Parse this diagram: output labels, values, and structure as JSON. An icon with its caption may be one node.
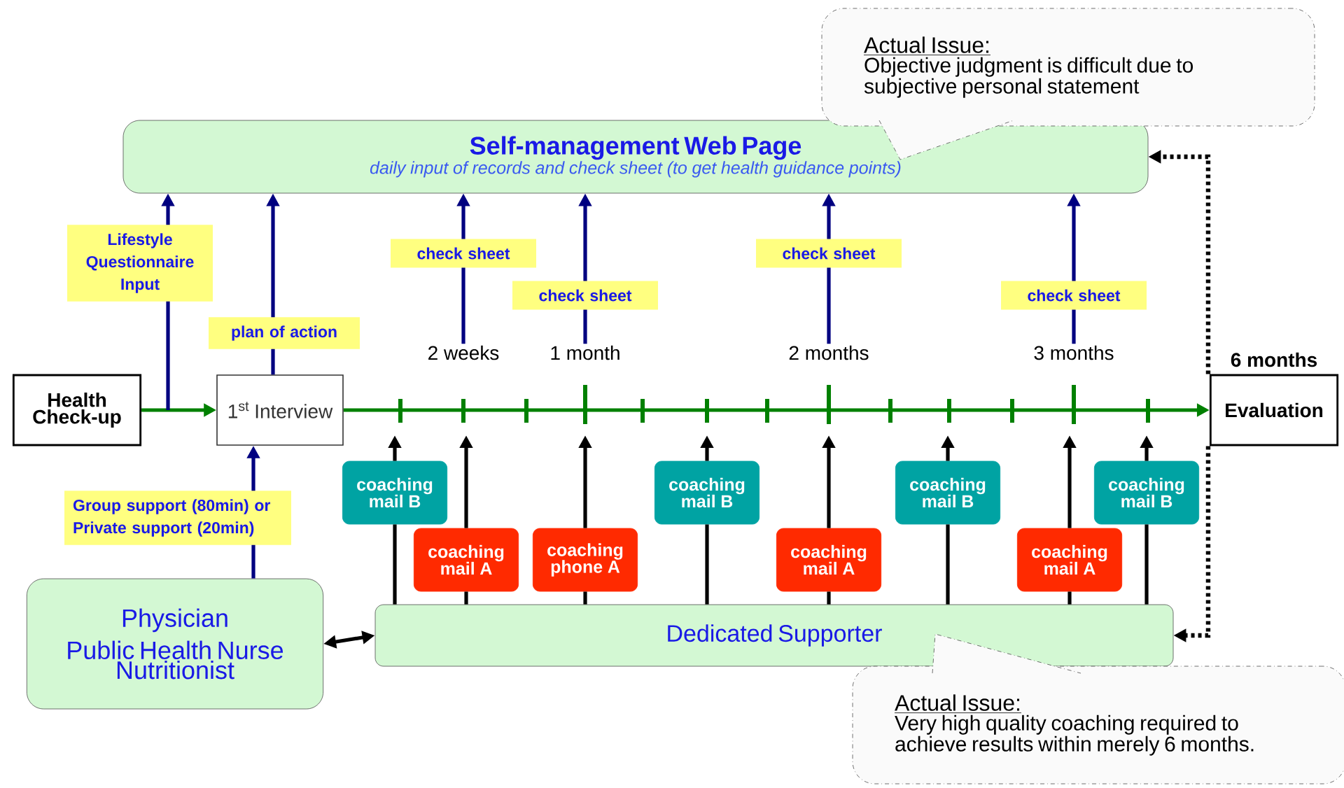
{
  "diagram": {
    "nodes": [
      {
        "text": [
          "Self-management Web Page",
          "daily input of records and check sheet (to get health guidance points)"
        ]
      },
      {
        "text": [
          "Health Check-up"
        ]
      },
      {
        "text": [
          "1$^{st}$ Interview"
        ]
      },
      {
        "text": [
          "Evaluation"
        ],
        "beside": [
          "6 months"
        ]
      },
      {
        "text": [
          "Physician",
          "Public Health Nurse",
          "Nutritionist"
        ]
      },
      {
        "text": [
          "Dedicated Supporter"
        ]
      },
      {
        "text": [
          "Actual Issue:",
          "Objective judgment is difficult due to subjective personal statement"
        ]
      },
      {
        "text": [
          "Actual Issue:",
          "Very high quality coaching required to achieve results within merely 6 months."
        ]
      },
      {
        "text": [
          "coaching mail B"
        ]
      },
      {
        "text": [
          "coaching mail A"
        ]
      },
      {
        "text": [
          "coaching phone A"
        ]
      },
      {
        "text": [
          "coaching mail B"
        ]
      },
      {
        "text": [
          "coaching mail A"
        ]
      },
      {
        "text": [
          "coaching mail B"
        ]
      },
      {
        "text": [
          "coaching mail A"
        ]
      },
      {
        "text": [
          "coaching mail B"
        ]
      },
      {
        "text": [
          "2 weeks"
        ]
      },
      {
        "text": [
          "1 month"
        ]
      },
      {
        "text": [
          "2 months"
        ]
      },
      {
        "text": [
          "3 months"
        ]
      }
    ],
    "edges": [
      {
        "from": 1,
        "to": 2,
        "arrow": "to",
        "color": "#008000"
      },
      {
        "from": 2,
        "to": 3,
        "arrow": "to",
        "color": "#008000"
      },
      {
        "from": null,
        "to": 0,
        "arrow": "to",
        "label": "Lifestyle Questionnaire Input",
        "color": "#000080"
      },
      {
        "from": 2,
        "to": 0,
        "arrow": "to",
        "label": "plan of action",
        "color": "#000080"
      },
      {
        "from": 16,
        "to": 0,
        "arrow": "to",
        "label": "check sheet",
        "color": "#000080"
      },
      {
        "from": 17,
        "to": 0,
        "arrow": "to",
        "label": "check sheet",
        "color": "#000080"
      },
      {
        "from": 18,
        "to": 0,
        "arrow": "to",
        "label": "check sheet",
        "color": "#000080"
      },
      {
        "from": 19,
        "to": 0,
        "arrow": "to",
        "label": "check sheet",
        "color": "#000080"
      },
      {
        "from": 4,
        "to": 2,
        "arrow": "to",
        "label": "Group support (80min) or Private support (20min)",
        "color": "#000080"
      },
      {
        "from": 4,
        "to": 5,
        "arrow": "both"
      },
      {
        "from": 3,
        "to": 0,
        "arrow": "to",
        "style": "dashed"
      },
      {
        "from": 3,
        "to": 5,
        "arrow": "to",
        "style": "dashed"
      },
      {
        "from": 5,
        "to": 8,
        "arrow": "none"
      },
      {
        "from": 8,
        "to": null,
        "arrow": "to"
      },
      {
        "from": 5,
        "to": 9,
        "arrow": "none"
      },
      {
        "from": 9,
        "to": null,
        "arrow": "to"
      },
      {
        "from": 5,
        "to": 10,
        "arrow": "none"
      },
      {
        "from": 10,
        "to": null,
        "arrow": "to"
      },
      {
        "from": 5,
        "to": 11,
        "arrow": "none"
      },
      {
        "from": 11,
        "to": null,
        "arrow": "to"
      },
      {
        "from": 5,
        "to": 12,
        "arrow": "none"
      },
      {
        "from": 12,
        "to": null,
        "arrow": "to"
      },
      {
        "from": 5,
        "to": 13,
        "arrow": "none"
      },
      {
        "from": 13,
        "to": null,
        "arrow": "to"
      },
      {
        "from": 5,
        "to": 14,
        "arrow": "none"
      },
      {
        "from": 14,
        "to": null,
        "arrow": "to"
      },
      {
        "from": 5,
        "to": 15,
        "arrow": "none"
      },
      {
        "from": 15,
        "to": null,
        "arrow": "to"
      }
    ]
  }
}
